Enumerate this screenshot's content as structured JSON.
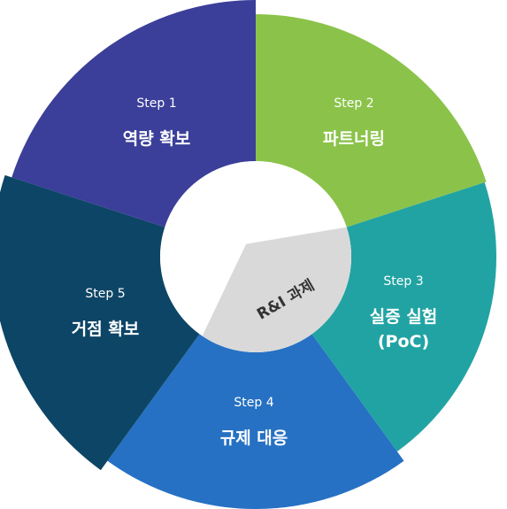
{
  "center": {
    "title": "R&I 과제",
    "fill": "#d9d9d9"
  },
  "segments": [
    {
      "step": "Step 1",
      "title_lines": [
        "역량 확보"
      ],
      "color": "#3b3f99"
    },
    {
      "step": "Step 2",
      "title_lines": [
        "파트너링"
      ],
      "color": "#8bc34a"
    },
    {
      "step": "Step 3",
      "title_lines": [
        "실증 실험",
        "(PoC)"
      ],
      "color": "#22a3a3"
    },
    {
      "step": "Step 4",
      "title_lines": [
        "규제 대응"
      ],
      "color": "#2671c3"
    },
    {
      "step": "Step 5",
      "title_lines": [
        "거점 확보"
      ],
      "color": "#0d4566"
    }
  ]
}
